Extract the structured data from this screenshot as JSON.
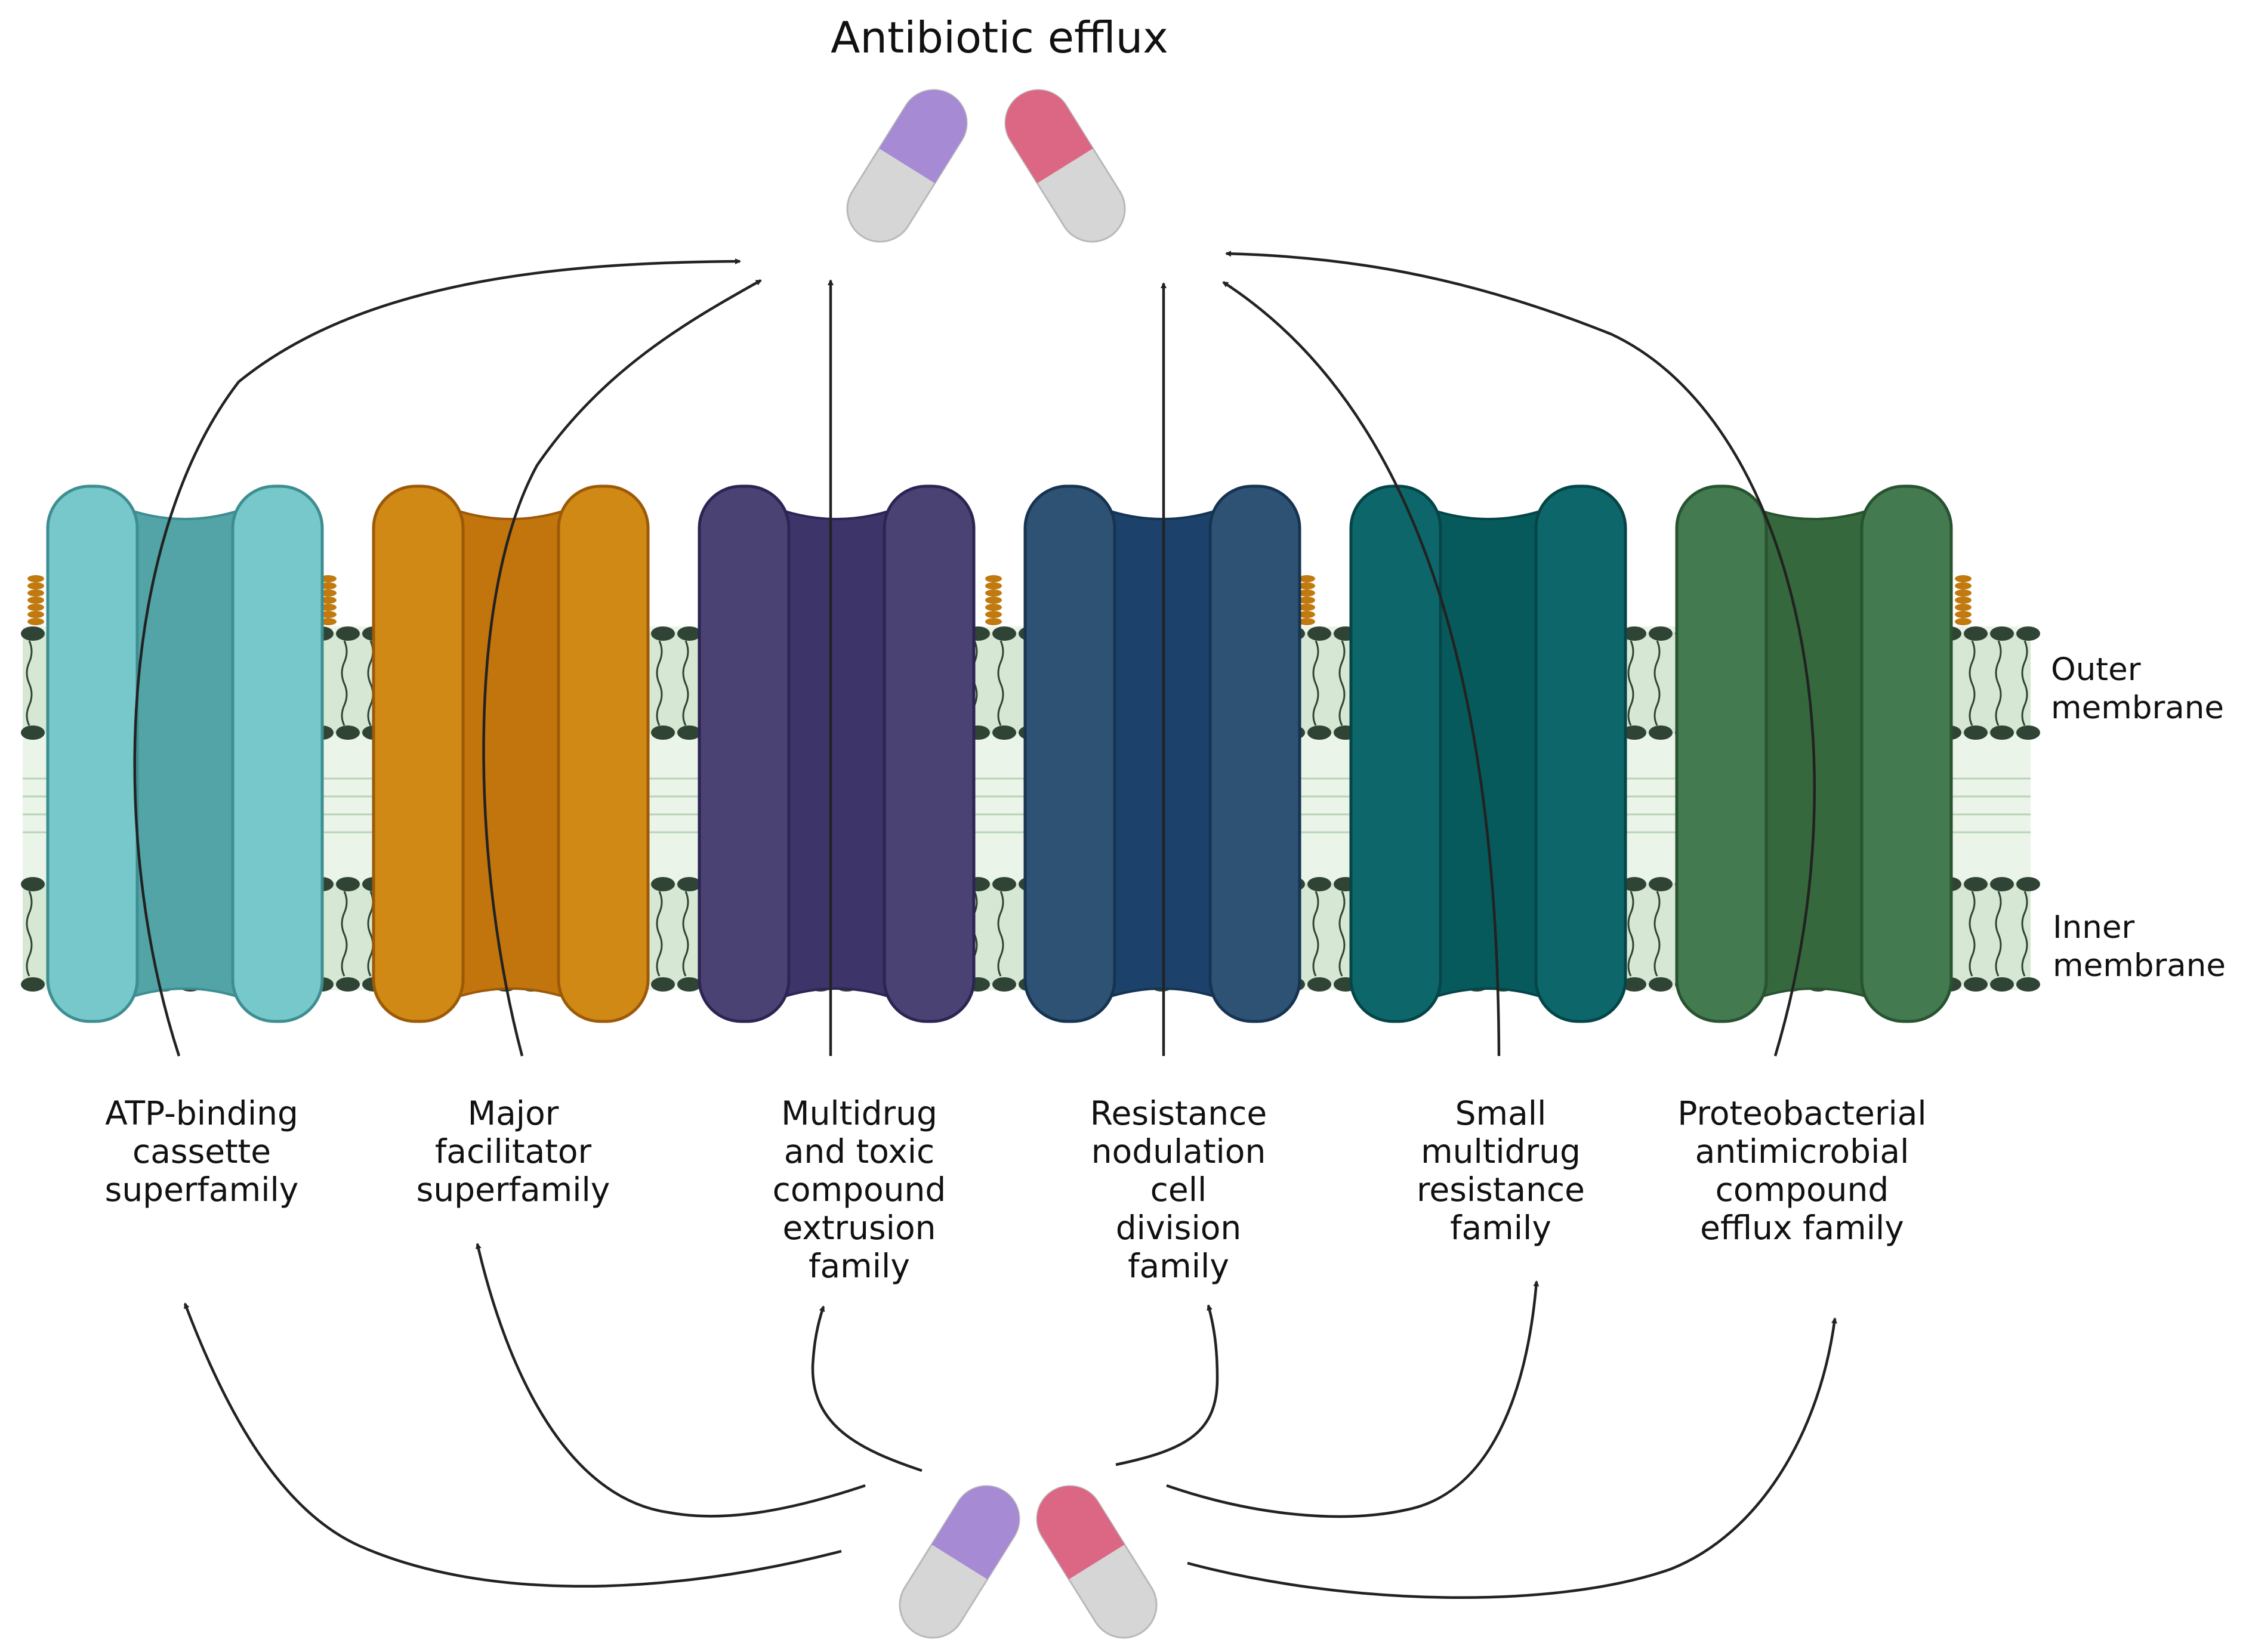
{
  "title": "Antibiotic efflux",
  "membrane_labels": {
    "outer": [
      "Outer",
      "membrane"
    ],
    "inner": [
      "Inner",
      "membrane"
    ]
  },
  "transporters": [
    {
      "id": "abc",
      "lines": [
        "ATP-binding",
        "cassette",
        "superfamily"
      ],
      "color": "#76c8ca",
      "core": "#52a4a7",
      "edge": "#3e8e91"
    },
    {
      "id": "mfs",
      "lines": [
        "Major",
        "facilitator",
        "superfamily"
      ],
      "color": "#cf8914",
      "core": "#c2740d",
      "edge": "#9c5a09"
    },
    {
      "id": "mate",
      "lines": [
        "Multidrug",
        "and toxic",
        "compound",
        "extrusion",
        "family"
      ],
      "color": "#4a4272",
      "core": "#3d3569",
      "edge": "#2c2554"
    },
    {
      "id": "rnd",
      "lines": [
        "Resistance",
        "nodulation",
        "cell",
        "division",
        "family"
      ],
      "color": "#2e5273",
      "core": "#1c416a",
      "edge": "#163452"
    },
    {
      "id": "smr",
      "lines": [
        "Small",
        "multidrug",
        "resistance",
        "family"
      ],
      "color": "#0d676a",
      "core": "#075a5c",
      "edge": "#054547"
    },
    {
      "id": "pace",
      "lines": [
        "Proteobacterial",
        "antimicrobial",
        "compound",
        "efflux family"
      ],
      "color": "#447a4f",
      "core": "#35683c",
      "edge": "#285330"
    }
  ],
  "colors": {
    "pill_purple": "#a68bd4",
    "pill_pink": "#dc6785",
    "pill_grey": "#d6d6d6",
    "membrane_bg": "#dfeedd",
    "lipid_head": "#2f4435",
    "lipid_orange": "#c07a10"
  }
}
